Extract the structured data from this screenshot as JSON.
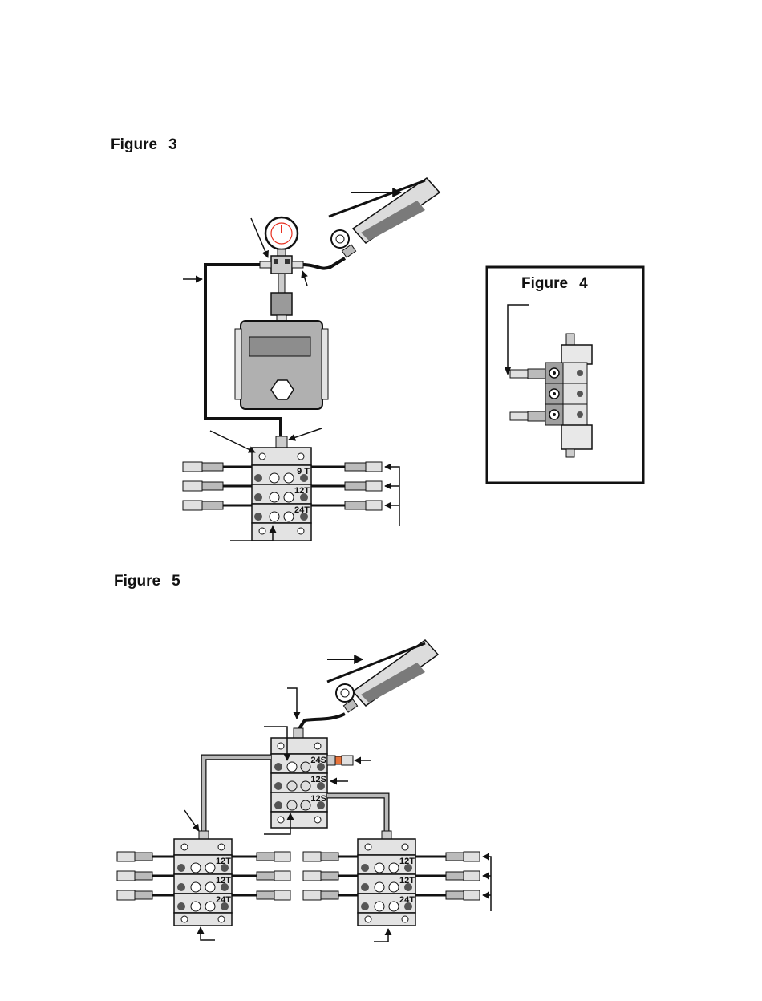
{
  "figure3": {
    "caption_word": "Figure",
    "caption_number": "3",
    "blocks": [
      {
        "label": "9 T"
      },
      {
        "label": "12T"
      },
      {
        "label": "24T"
      }
    ]
  },
  "figure4": {
    "caption_word": "Figure",
    "caption_number": "4"
  },
  "figure5": {
    "caption_word": "Figure",
    "caption_number": "5",
    "master_blocks": [
      {
        "label": "24S"
      },
      {
        "label": "12S"
      },
      {
        "label": "12S"
      }
    ],
    "left_blocks": [
      {
        "label": "12T"
      },
      {
        "label": "12T"
      },
      {
        "label": "24T"
      }
    ],
    "right_blocks": [
      {
        "label": "12T"
      },
      {
        "label": "12T"
      },
      {
        "label": "24T"
      }
    ]
  },
  "colors": {
    "line": "#111111",
    "block_fill": "#e3e3e3",
    "body_fill": "#a9a9a9",
    "hose_gray": "#b9b9b9",
    "gauge_red": "#e83020"
  }
}
